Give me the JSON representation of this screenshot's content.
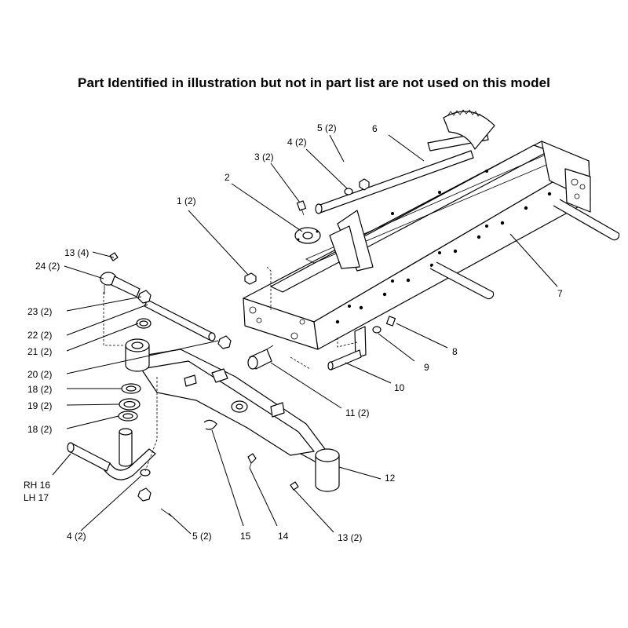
{
  "header_note": "Part Identified in illustration but not in part list are not used on this model",
  "callouts": [
    {
      "id": "c-1",
      "text": "1 (2)"
    },
    {
      "id": "c-2",
      "text": "2"
    },
    {
      "id": "c-3",
      "text": "3 (2)"
    },
    {
      "id": "c-4a",
      "text": "4 (2)"
    },
    {
      "id": "c-5a",
      "text": "5 (2)"
    },
    {
      "id": "c-6",
      "text": "6"
    },
    {
      "id": "c-7",
      "text": "7"
    },
    {
      "id": "c-8",
      "text": "8"
    },
    {
      "id": "c-9",
      "text": "9"
    },
    {
      "id": "c-10",
      "text": "10"
    },
    {
      "id": "c-11",
      "text": "11 (2)"
    },
    {
      "id": "c-12",
      "text": "12"
    },
    {
      "id": "c-13a",
      "text": "13 (4)"
    },
    {
      "id": "c-24",
      "text": "24 (2)"
    },
    {
      "id": "c-23",
      "text": "23 (2)"
    },
    {
      "id": "c-22",
      "text": "22 (2)"
    },
    {
      "id": "c-21",
      "text": "21 (2)"
    },
    {
      "id": "c-20",
      "text": "20 (2)"
    },
    {
      "id": "c-18a",
      "text": "18 (2)"
    },
    {
      "id": "c-19",
      "text": "19 (2)"
    },
    {
      "id": "c-18b",
      "text": "18 (2)"
    },
    {
      "id": "c-rh",
      "text": "RH 16"
    },
    {
      "id": "c-lh",
      "text": "LH 17"
    },
    {
      "id": "c-4b",
      "text": "4 (2)"
    },
    {
      "id": "c-5b",
      "text": "5 (2)"
    },
    {
      "id": "c-15",
      "text": "15"
    },
    {
      "id": "c-14",
      "text": "14"
    },
    {
      "id": "c-13b",
      "text": "13 (2)"
    }
  ]
}
